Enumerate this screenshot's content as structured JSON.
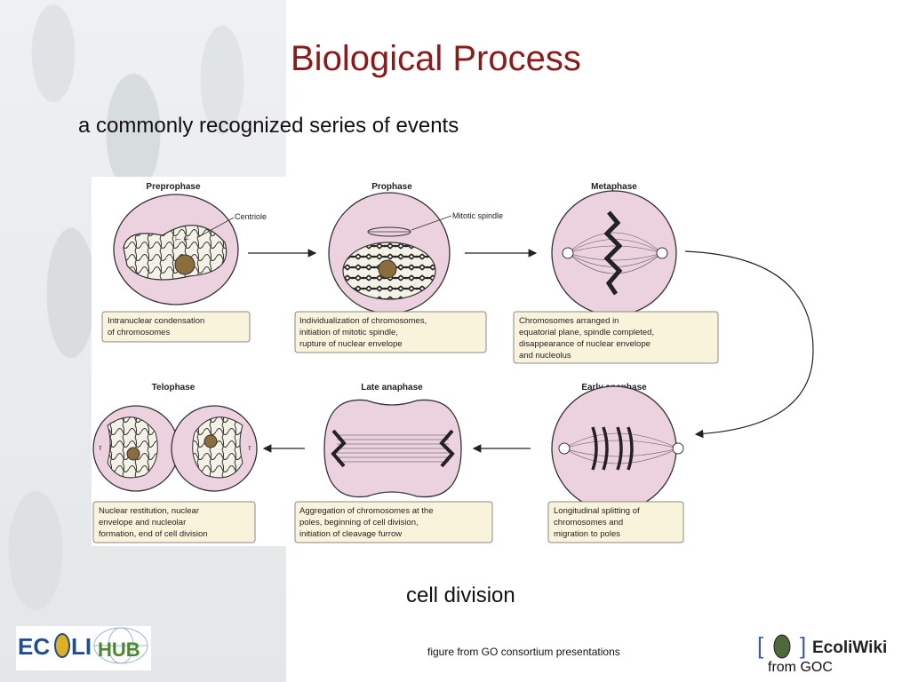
{
  "slide": {
    "title": "Biological Process",
    "subtitle": "a commonly recognized series of events",
    "caption": "cell division",
    "credit": "figure from GO consortium presentations",
    "credit_goc": "from GOC"
  },
  "logos": {
    "ecolihub_left": "EC",
    "ecolihub_mid": "LI",
    "ecolihub_hub": "HUB",
    "ecoliwiki_brackets_open": "[",
    "ecoliwiki_brackets_close": "]",
    "ecoliwiki_name": "EcoliWiki"
  },
  "figure": {
    "stages": [
      {
        "name": "Preprophase",
        "label": "Centriole",
        "desc": [
          "Intranuclear condensation",
          "of chromosomes"
        ]
      },
      {
        "name": "Prophase",
        "label": "Mitotic spindle",
        "desc": [
          "Individualization of chromosomes,",
          "initiation of mitotic spindle,",
          "rupture of nuclear envelope"
        ]
      },
      {
        "name": "Metaphase",
        "label": "",
        "desc": [
          "Chromosomes arranged in",
          "equatorial plane, spindle completed,",
          "disappearance of nuclear envelope",
          "and nucleolus"
        ]
      },
      {
        "name": "Telophase",
        "label": "",
        "desc": [
          "Nuclear restitution, nuclear",
          "envelope and nucleolar",
          "formation, end of cell division"
        ]
      },
      {
        "name": "Late anaphase",
        "label": "",
        "desc": [
          "Aggregation of chromosomes at the",
          "poles, beginning of cell division,",
          "initiation of cleavage furrow"
        ]
      },
      {
        "name": "Early anaphase",
        "label": "",
        "desc": [
          "Longitudinal splitting of",
          "chromosomes and",
          "migration to poles"
        ]
      }
    ]
  },
  "colors": {
    "title": "#8b1a1a",
    "cell_fill": "#ecd1de",
    "desc_box": "#faf3dc"
  }
}
